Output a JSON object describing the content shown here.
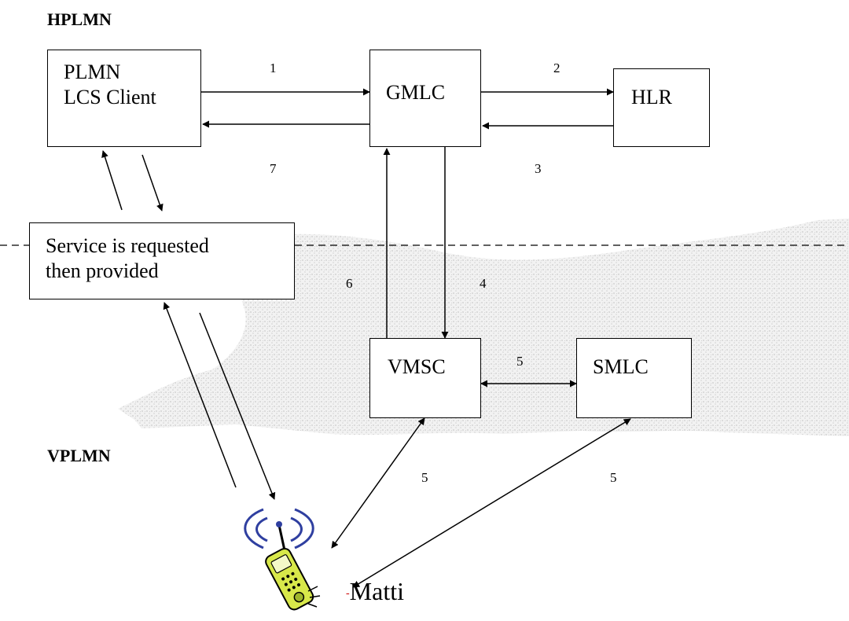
{
  "regions": {
    "home": "HPLMN",
    "visited": "VPLMN"
  },
  "nodes": {
    "client_line1": "PLMN",
    "client_line2": "LCS Client",
    "gmlc": "GMLC",
    "hlr": "HLR",
    "service_line1": "Service is requested",
    "service_line2": "then provided",
    "vmsc": "VMSC",
    "smlc": "SMLC"
  },
  "steps": {
    "s1": "1",
    "s2": "2",
    "s3": "3",
    "s4": "4",
    "s5_top": "5",
    "s5_left": "5",
    "s5_right": "5",
    "s6": "6",
    "s7": "7"
  },
  "user": {
    "name": "Matti",
    "device_icon": "mobile-phone-icon"
  },
  "colors": {
    "line": "#000000",
    "map_texture": "#d9d9d9",
    "phone_body": "#d8e84a",
    "phone_antenna_waves": "#2f3fa0",
    "mark": "#cc0000"
  }
}
